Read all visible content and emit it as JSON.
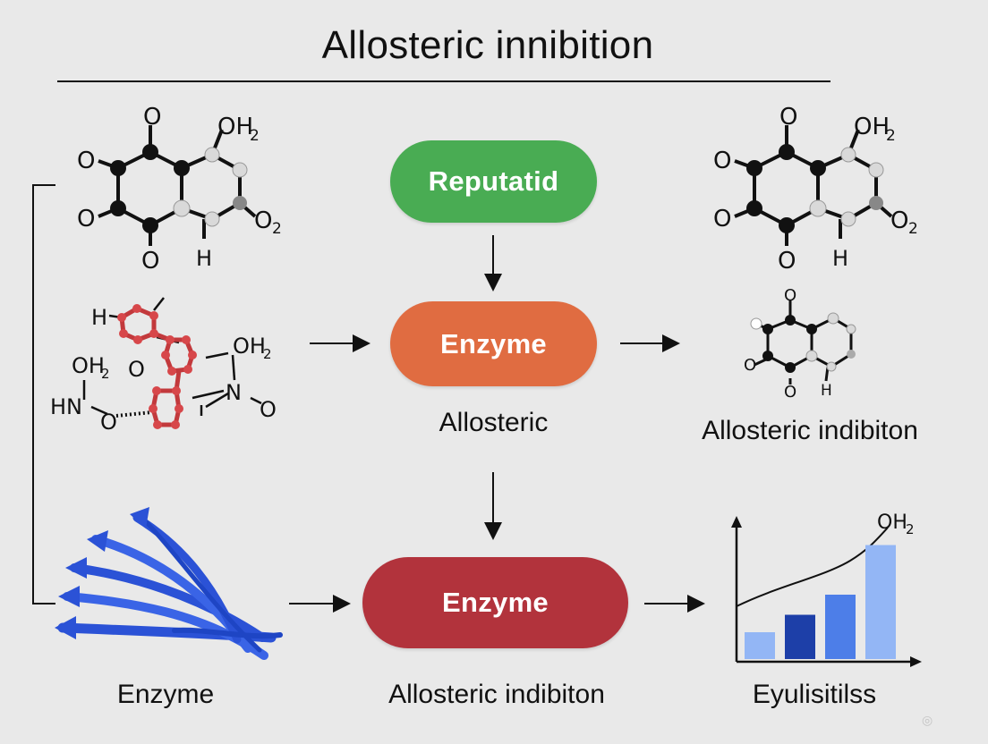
{
  "title": "Allosteric innibition",
  "nodes": {
    "top_center": "Reputatid",
    "mid_center": "Enzyme",
    "bottom_center": "Enzyme"
  },
  "labels": {
    "mid_center": "Allosteric",
    "mid_right": "Allosteric indibiton",
    "bottom_left": "Enzyme",
    "bottom_center": "Allosteric indibiton",
    "bottom_right": "Eyulisitilss"
  },
  "molecule_top": {
    "o_top": "O",
    "oh2": "OH",
    "oh2_sub": "2",
    "o_left1": "O",
    "o_left2": "O",
    "o2": "O",
    "o2_sub": "2",
    "o_bottom": "O",
    "h_bottom": "H"
  },
  "molecule_mid_left": {
    "h": "H",
    "oh2_a": "OH",
    "oh2_a_sub": "2",
    "o_a": "O",
    "oh2_b": "OH",
    "oh2_b_sub": "2",
    "hn": "HN",
    "o_b": "O",
    "n": "N",
    "o_c": "O"
  },
  "molecule_mid_right": {
    "o_top": "O",
    "o_left": "O",
    "o_bottom": "O",
    "h_bottom": "H"
  },
  "chart_data": {
    "type": "bar",
    "categories": [
      "",
      "",
      "",
      ""
    ],
    "values": [
      1.0,
      1.65,
      2.4,
      4.25
    ],
    "colors": [
      "#93b6f5",
      "#1d3fa8",
      "#4d7ee8",
      "#93b6f5"
    ],
    "curve_label": "OH",
    "curve_label_sub": "2",
    "xlabel": "",
    "ylabel": "",
    "ylim": [
      0,
      5
    ],
    "grid": false
  },
  "colors": {
    "background": "#e9e9e9",
    "green": "#49ac53",
    "orange": "#e06c41",
    "red": "#b2333c",
    "protein_blue": "#2b52d6",
    "molecule_red": "#d7474a"
  }
}
